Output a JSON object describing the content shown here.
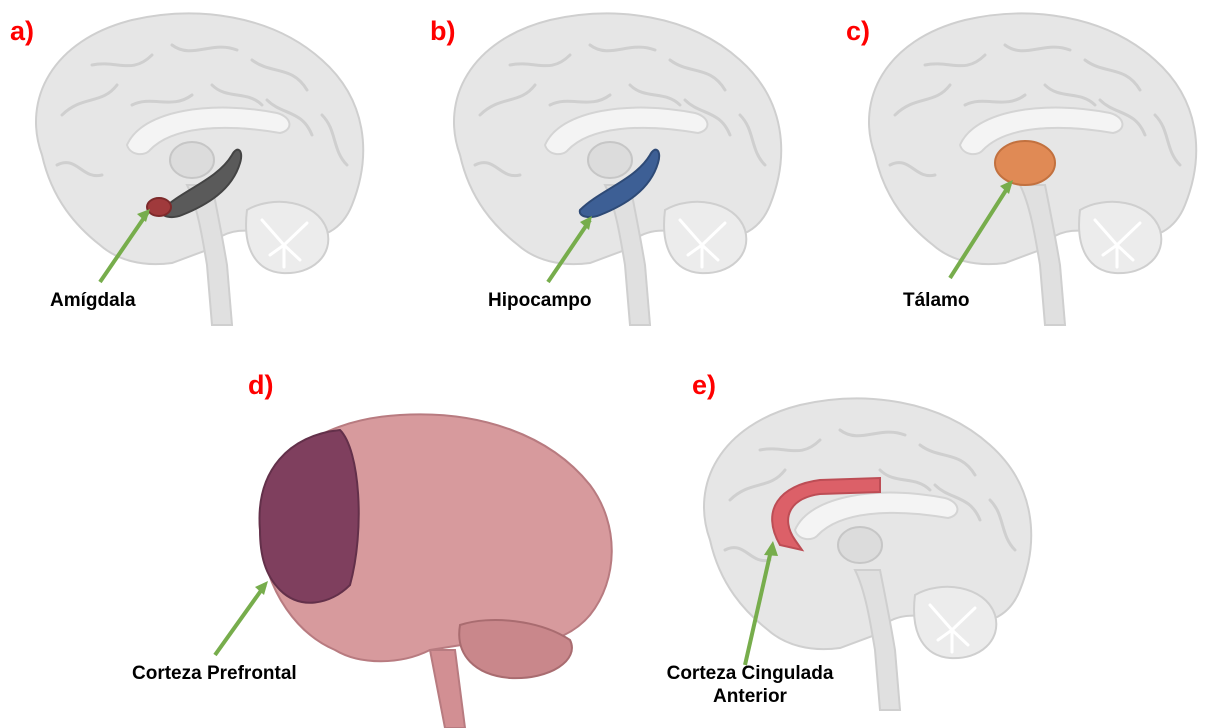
{
  "panels": [
    {
      "letter": "a)",
      "label": "Amígdala",
      "highlight_color": "#a03a3c",
      "secondary_color": "#5a5a5a"
    },
    {
      "letter": "b)",
      "label": "Hipocampo",
      "highlight_color": "#3d5f95"
    },
    {
      "letter": "c)",
      "label": "Tálamo",
      "highlight_color": "#e08a55"
    },
    {
      "letter": "d)",
      "label": "Corteza Prefrontal",
      "highlight_color": "#7f3f5e",
      "brain_color": "#d79a9d"
    },
    {
      "letter": "e)",
      "label_line1": "Corteza Cingulada",
      "label_line2": "Anterior",
      "highlight_color": "#dc6068"
    }
  ],
  "colors": {
    "letter": "#ff0000",
    "arrow": "#77ad4c",
    "brain_gray": "#e6e6e6",
    "brain_outline": "#cfcfcf"
  }
}
